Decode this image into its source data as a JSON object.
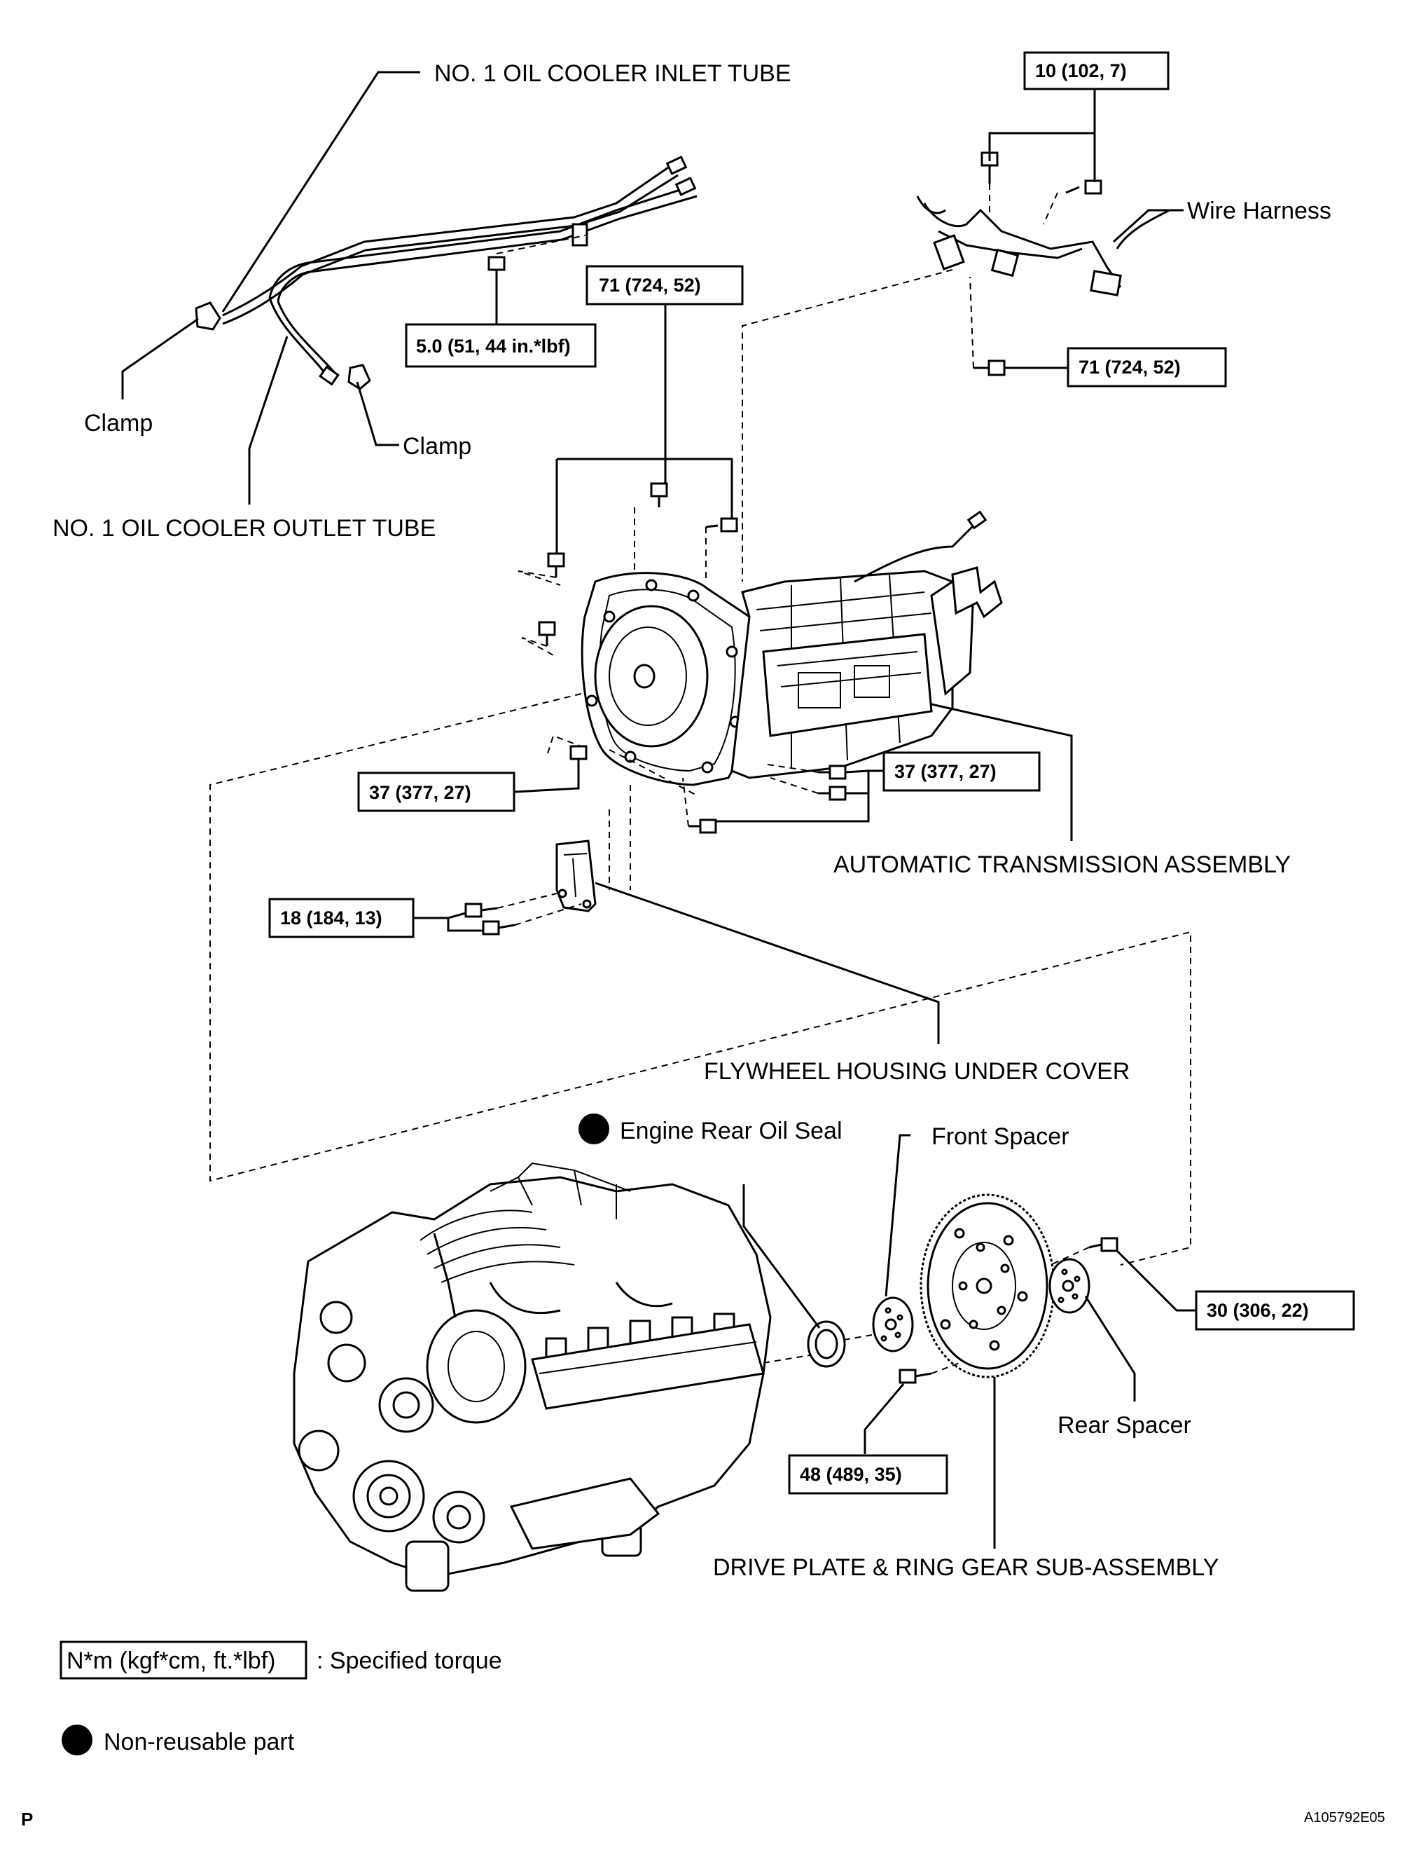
{
  "labels": {
    "inlet_tube": "NO. 1 OIL COOLER INLET TUBE",
    "outlet_tube": "NO. 1 OIL COOLER OUTLET TUBE",
    "clamp_left": "Clamp",
    "clamp_right": "Clamp",
    "wire_harness": "Wire Harness",
    "at_assembly": "AUTOMATIC TRANSMISSION ASSEMBLY",
    "flywheel_cover": "FLYWHEEL HOUSING UNDER COVER",
    "rear_oil_seal": "Engine Rear Oil Seal",
    "front_spacer": "Front Spacer",
    "rear_spacer": "Rear Spacer",
    "drive_plate": "DRIVE PLATE & RING GEAR SUB-ASSEMBLY"
  },
  "torques": {
    "harness_top": "10 (102, 7)",
    "tube_bolt": "5.0 (51, 44 in.*lbf)",
    "upper_bolts": "71 (724, 52)",
    "harness_bolt": "71 (724, 52)",
    "lower_left": "37 (377, 27)",
    "lower_right": "37 (377, 27)",
    "cover_bolts": "18 (184, 13)",
    "spacer_bolt": "30 (306, 22)",
    "plate_bolt": "48 (489, 35)"
  },
  "legend": {
    "torque_unit": "N*m (kgf*cm, ft.*lbf)",
    "torque_desc": ": Specified torque",
    "nonreusable": "Non-reusable part"
  },
  "footer": {
    "left_code": "P",
    "figure_id": "A105792E05"
  }
}
